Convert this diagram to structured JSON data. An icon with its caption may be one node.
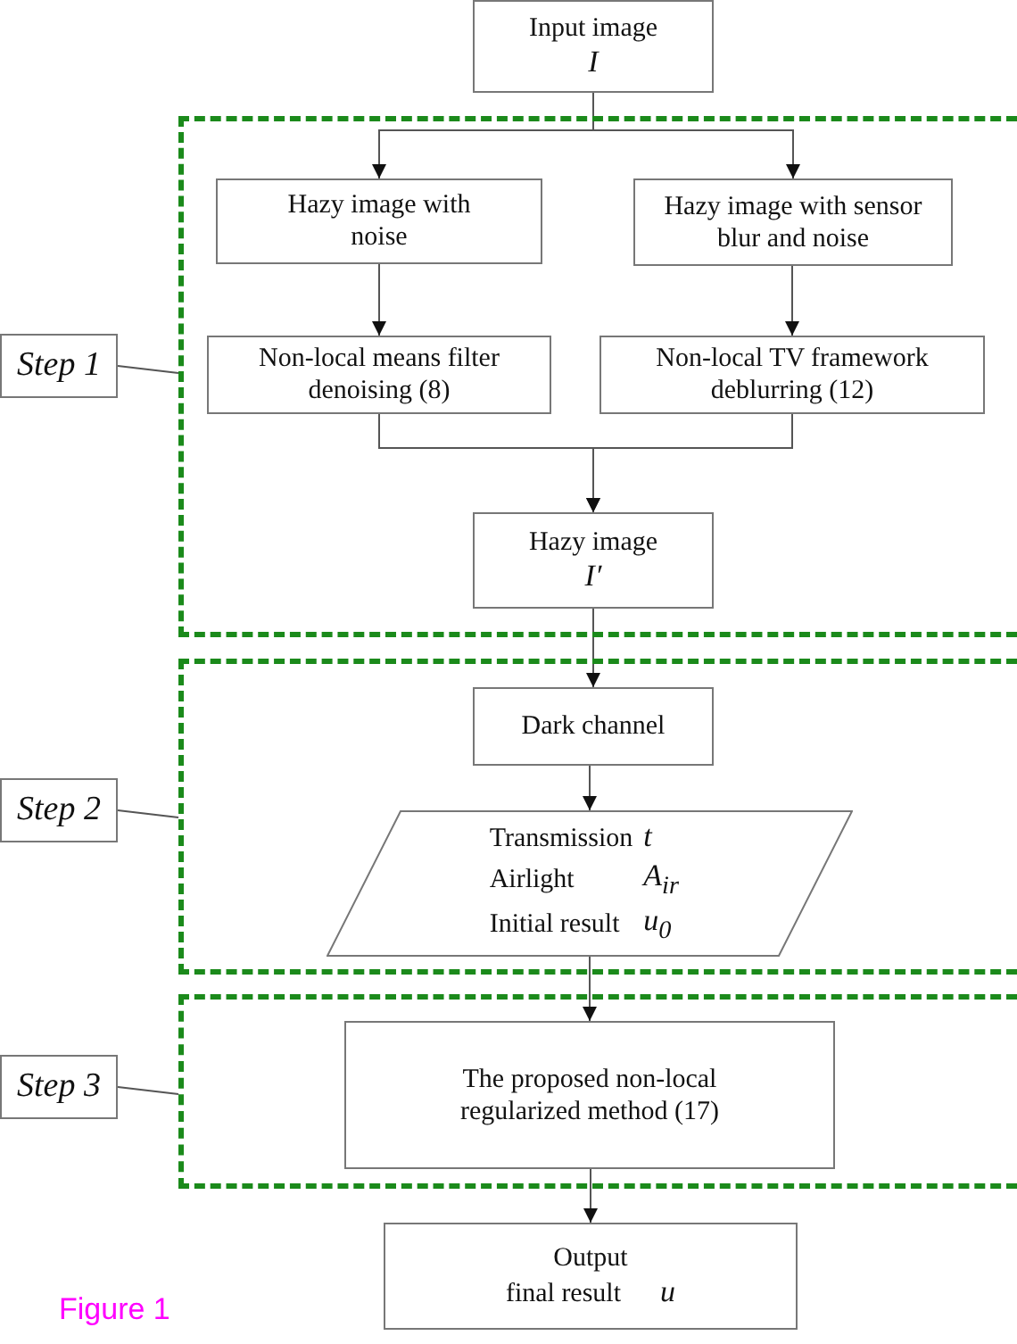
{
  "diagram": {
    "caption": "Figure 1",
    "nodes": [
      {
        "text": [
          "Input image",
          "I"
        ]
      },
      {
        "text": [],
        "shape": "box"
      },
      {
        "text": [
          "Hazy image with noise"
        ],
        "in": 1
      },
      {
        "text": [
          "Hazy image with sensor blur and noise"
        ],
        "in": 1
      },
      {
        "text": [
          "Non-local means filter denoising (8)"
        ],
        "in": 1
      },
      {
        "text": [
          "Non-local TV framework deblurring (12)"
        ],
        "in": 1
      },
      {
        "text": [
          "Hazy image",
          "I′"
        ],
        "in": 1
      },
      {
        "text": [],
        "shape": "box"
      },
      {
        "text": [
          "Dark channel"
        ],
        "in": 7
      },
      {
        "text": [
          "Transmission",
          "t",
          "Airlight",
          "A$_{ir}$",
          "Initial result",
          "u$_{0}$"
        ],
        "in": 7
      },
      {
        "text": [],
        "shape": "box"
      },
      {
        "text": [
          "The proposed non-local regularized method (17)"
        ],
        "in": 10
      },
      {
        "text": [
          "Output",
          "final result",
          "u"
        ]
      },
      {
        "text": [
          "Step 1"
        ]
      },
      {
        "text": [
          "Step 2"
        ]
      },
      {
        "text": [
          "Step 3"
        ]
      }
    ],
    "edges": [
      {
        "from": 0,
        "to": 2,
        "arrow": "to"
      },
      {
        "from": 0,
        "to": 3,
        "arrow": "to"
      },
      {
        "from": 2,
        "to": 4,
        "arrow": "to"
      },
      {
        "from": 3,
        "to": 5,
        "arrow": "to"
      },
      {
        "from": 4,
        "to": 6,
        "arrow": "to"
      },
      {
        "from": 5,
        "to": 6,
        "arrow": "to"
      },
      {
        "from": 6,
        "to": 8,
        "arrow": "to"
      },
      {
        "from": 8,
        "to": 9,
        "arrow": "to"
      },
      {
        "from": 9,
        "to": 11,
        "arrow": "to"
      },
      {
        "from": 11,
        "to": 12,
        "arrow": "to"
      },
      {
        "from": 13,
        "to": 1,
        "arrow": "none"
      },
      {
        "from": 14,
        "to": 7,
        "arrow": "none"
      },
      {
        "from": 15,
        "to": 10,
        "arrow": "none"
      }
    ]
  }
}
